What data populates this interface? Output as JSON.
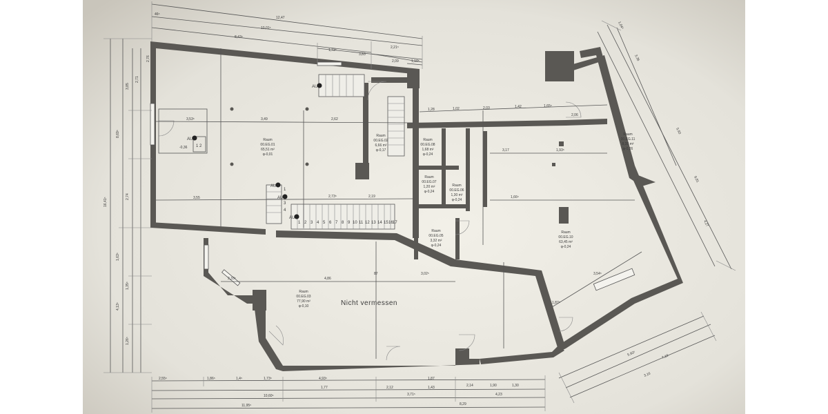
{
  "plan": {
    "main_label": "Nicht vermessen",
    "stair_numbers": [
      "1",
      "2",
      "3",
      "4",
      "5",
      "6",
      "7",
      "8",
      "9",
      "10",
      "11",
      "12",
      "13",
      "14",
      "15",
      "16",
      "17"
    ],
    "small_stair_numbers": [
      "1",
      "2",
      "3",
      "4"
    ],
    "rooms": [
      {
        "name": "Raum",
        "id": "00.EG.01",
        "area": "65,51 m²",
        "level": "φ-0,01"
      },
      {
        "name": "Raum",
        "id": "00.EG.02",
        "area": "6,66 m²",
        "level": "φ-0,17"
      },
      {
        "name": "Raum",
        "id": "00.EG.08",
        "area": "1,68 m²",
        "level": "φ-0,24"
      },
      {
        "name": "Raum",
        "id": "00.EG.07",
        "area": "1,20 m²",
        "level": "φ-0,24"
      },
      {
        "name": "Raum",
        "id": "00.EG.06",
        "area": "1,30 m²",
        "level": "φ-0,24"
      },
      {
        "name": "Raum",
        "id": "00.EG.05",
        "area": "3,32 m²",
        "level": "φ-0,24"
      },
      {
        "name": "Raum",
        "id": "00.EG.10",
        "area": "63,45 m²",
        "level": "φ-0,24"
      },
      {
        "name": "Raum",
        "id": "00.EG.11",
        "area": "8,33 m²",
        "level": "φ-0,26"
      },
      {
        "name": "Raum",
        "id": "00.EG.03",
        "area": "77,90 m²",
        "level": "φ-0,10"
      }
    ],
    "dims_top": [
      "12,47",
      "10,01⁵",
      "8,43⁵",
      "1,73⁵",
      "3,83",
      "2,21⁵",
      "2,09",
      "1,10⁵"
    ],
    "dims_right_run": [
      "1,28",
      "1,02",
      "2,03",
      "1,42",
      "1,65⁵"
    ],
    "dims_interior": [
      "3,49",
      "2,62",
      "3,53⁵",
      "3,55",
      "2,73⁵",
      "2,19",
      "3,17",
      "1,93⁵",
      "1,66⁵",
      "4,86",
      "2,33⁵",
      "87",
      "3,02⁵",
      "3,54⁵",
      "1,87⁵",
      "2,06"
    ],
    "dims_bottom": [
      "2,55⁵",
      "1,86⁵",
      "1,4⁵",
      "1,73⁵",
      "4,93⁵",
      "1,77",
      "1,43",
      "1,87",
      "10,60⁵",
      "3,71⁵",
      "4,23",
      "11,95⁵",
      "8,29",
      "2,12",
      "2,14",
      "1,90",
      "1,30"
    ],
    "dims_left": [
      "16,41⁵",
      "8,69⁵",
      "3,85",
      "2,71",
      "2,76",
      "2,74",
      "1,63⁵",
      "1,35⁵",
      "1,26⁵",
      "4,13⁵"
    ],
    "dims_diagonal": [
      "9,81",
      "5,93",
      "3,36",
      "4,27",
      "7,19",
      "3,16",
      "5,93⁵",
      "1,04⁵"
    ],
    "au_labels": [
      "AU",
      "AU",
      "AU",
      "AU",
      "AU"
    ],
    "sheet_level": "-0,36"
  }
}
